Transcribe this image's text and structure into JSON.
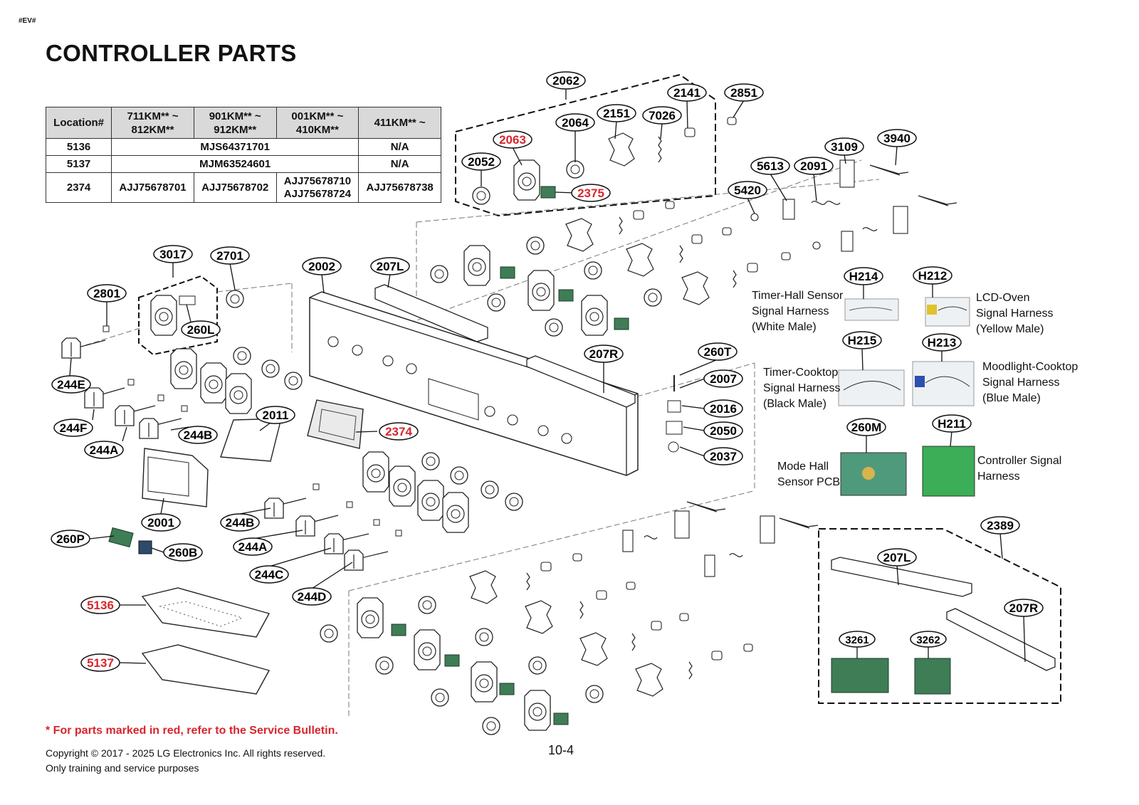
{
  "doc_tag": "#EV#",
  "title": "CONTROLLER PARTS",
  "table": {
    "headers": [
      "Location#",
      "711KM** ~\n812KM**",
      "901KM** ~\n912KM**",
      "001KM** ~\n410KM**",
      "411KM** ~"
    ],
    "rows": [
      {
        "location": "5136",
        "span_value": "MJS64371701",
        "last": "N/A"
      },
      {
        "location": "5137",
        "span_value": "MJM63524601",
        "last": "N/A"
      },
      {
        "location": "2374",
        "c1": "AJJ75678701",
        "c2": "AJJ75678702",
        "c3": "AJJ75678710\nAJJ75678724",
        "last": "AJJ75678738"
      }
    ]
  },
  "callouts": {
    "c2062": "2062",
    "c2141": "2141",
    "c2851": "2851",
    "c2151": "2151",
    "c7026": "7026",
    "c2064": "2064",
    "c2063": "2063",
    "c2052": "2052",
    "c2375": "2375",
    "c3940": "3940",
    "c3109": "3109",
    "c5613": "5613",
    "c2091": "2091",
    "c5420": "5420",
    "c3017": "3017",
    "c2701": "2701",
    "c2002": "2002",
    "c207L": "207L",
    "c2801": "2801",
    "c260L": "260L",
    "c244E": "244E",
    "c244F": "244F",
    "c244A": "244A",
    "c244B": "244B",
    "c2011": "2011",
    "c2374": "2374",
    "c207R": "207R",
    "c260T": "260T",
    "c2007": "2007",
    "c2016": "2016",
    "c2050": "2050",
    "c2037": "2037",
    "c2001": "2001",
    "c260P": "260P",
    "c260B": "260B",
    "c244B2": "244B",
    "c244A2": "244A",
    "c244C": "244C",
    "c244D": "244D",
    "c5136": "5136",
    "c5137": "5137",
    "c2389": "2389",
    "c207L2": "207L",
    "c207R2": "207R",
    "c3261": "3261",
    "c3262": "3262",
    "cH214": "H214",
    "cH212": "H212",
    "cH215": "H215",
    "cH213": "H213",
    "c260M": "260M",
    "cH211": "H211"
  },
  "descriptions": {
    "h214": "Timer-Hall Sensor\nSignal Harness\n(White Male)",
    "h212": "LCD-Oven\nSignal Harness\n(Yellow Male)",
    "h215": "Timer-Cooktop\nSignal Harness\n(Black Male)",
    "h213": "Moodlight-Cooktop\nSignal Harness\n(Blue Male)",
    "m260": "Mode Hall\nSensor PCB",
    "h211": "Controller Signal\nHarness"
  },
  "footer": {
    "note": "* For parts marked in red, refer to the Service Bulletin.",
    "copyright": "Copyright © 2017 - 2025 LG Electronics Inc. All rights reserved.\nOnly training and service purposes",
    "page": "10-4"
  },
  "colors": {
    "red_callout": "#d7262c",
    "text": "#111111",
    "table_header": "#d9d9d9"
  }
}
